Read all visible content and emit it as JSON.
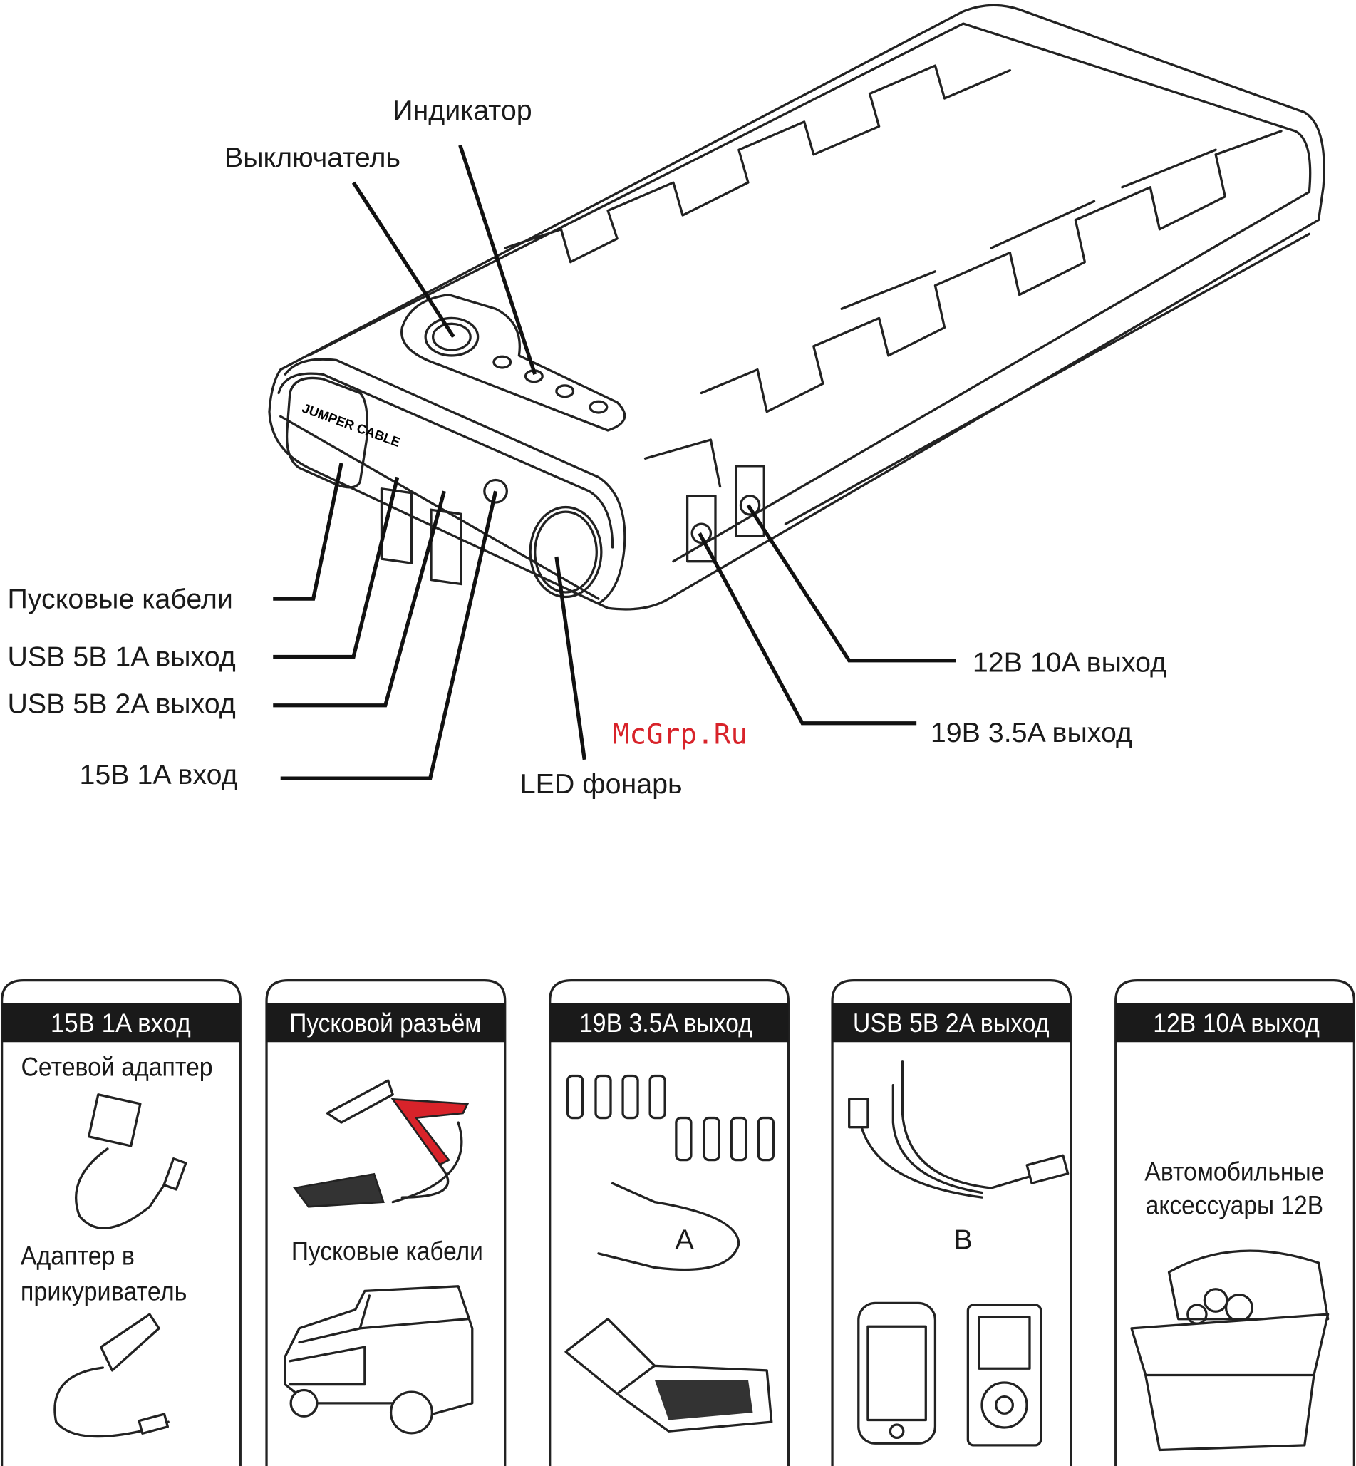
{
  "callouts": {
    "indicator": "Индикатор",
    "switch": "Выключатель",
    "jumper_cables": "Пусковые кабели",
    "usb_1a": "USB 5B 1A выход",
    "usb_2a": "USB 5B 2A выход",
    "input_15v": "15B 1A вход",
    "led": "LED фонарь",
    "out_12v": "12B 10A выход",
    "out_19v": "19B 3.5A выход"
  },
  "device_logo": "JUMPER CABLE",
  "watermark": "McGrp.Ru",
  "panels": [
    {
      "header": "15B 1A вход",
      "texts": [
        "Сетевой адаптер",
        "Адаптер в",
        "прикуриватель"
      ]
    },
    {
      "header": "Пусковой разъём",
      "texts": [
        "Пусковые кабели"
      ]
    },
    {
      "header": "19B 3.5A выход",
      "texts": [
        "A"
      ]
    },
    {
      "header": "USB 5B 2A выход",
      "texts": [
        "B"
      ]
    },
    {
      "header": "12B 10A выход",
      "texts": [
        "Автомобильные",
        "аксессуары 12B"
      ]
    }
  ],
  "colors": {
    "clamp_red": "#d8232a",
    "header_bg": "#1a1a1a",
    "watermark": "#d8232a"
  }
}
